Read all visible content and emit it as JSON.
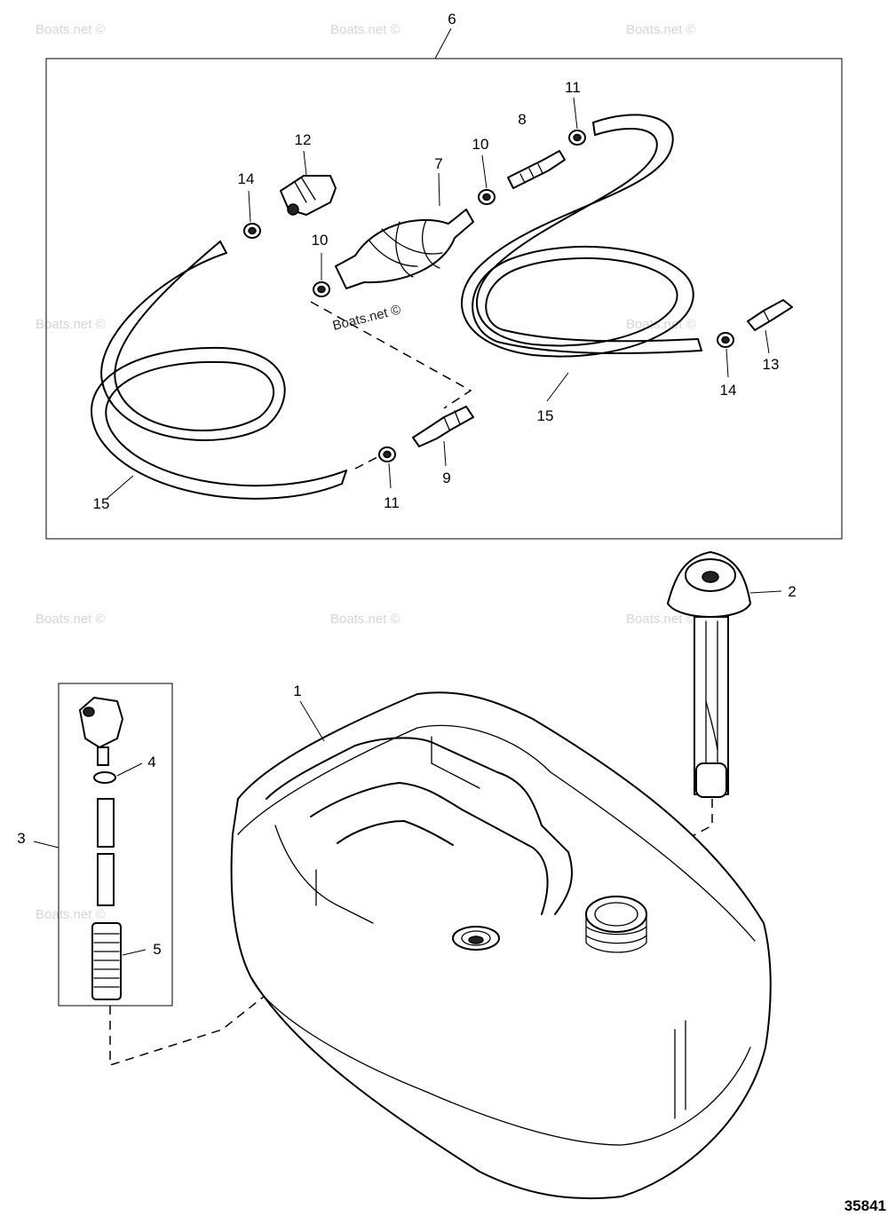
{
  "figure_number": "35841",
  "watermark": "Boats.net ©",
  "callouts": {
    "c1": "1",
    "c2": "2",
    "c3": "3",
    "c4": "4",
    "c5": "5",
    "c6": "6",
    "c7": "7",
    "c8": "8",
    "c9": "9",
    "c10a": "10",
    "c10b": "10",
    "c11a": "11",
    "c11b": "11",
    "c12": "12",
    "c13": "13",
    "c14a": "14",
    "c14b": "14",
    "c15a": "15",
    "c15b": "15"
  }
}
